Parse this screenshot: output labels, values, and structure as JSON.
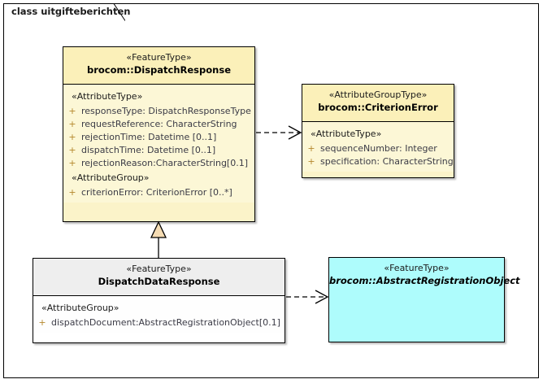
{
  "frame": {
    "tab_label": "class uitgifteberichten"
  },
  "colors": {
    "class_fill_yellow": "#fbf3c9",
    "class_header_yellow": "#fbf0b9",
    "class_body_yellow": "#fcf7d6",
    "class_fill_cyan": "#aefcfc",
    "class_header_grey": "#eeeeee",
    "class_fill_white": "#ffffff",
    "border": "#000000",
    "visibility_plus": "#b5882d",
    "attribute_text": "#3b3b46",
    "generalization_fill": "#f5dcb3"
  },
  "classes": [
    {
      "id": "dispatchresponse",
      "stereotype": "«FeatureType»",
      "name": "brocom::DispatchResponse",
      "abstract": false,
      "compartments": [
        {
          "group": "«AttributeType»",
          "attributes": [
            {
              "visibility": "+",
              "text": "responseType: DispatchResponseType"
            },
            {
              "visibility": "+",
              "text": "requestReference: CharacterString"
            },
            {
              "visibility": "+",
              "text": "rejectionTime: Datetime [0..1]"
            },
            {
              "visibility": "+",
              "text": "dispatchTime: Datetime [0..1]"
            },
            {
              "visibility": "+",
              "text": "rejectionReason:CharacterString[0.1]"
            }
          ]
        },
        {
          "group": "«AttributeGroup»",
          "attributes": [
            {
              "visibility": "+",
              "text": "criterionError: CriterionError [0..*]"
            }
          ]
        }
      ]
    },
    {
      "id": "criterionerror",
      "stereotype": "«AttributeGroupType»",
      "name": "brocom::CriterionError",
      "abstract": false,
      "compartments": [
        {
          "group": "«AttributeType»",
          "attributes": [
            {
              "visibility": "+",
              "text": "sequenceNumber: Integer"
            },
            {
              "visibility": "+",
              "text": "specification: CharacterString"
            }
          ]
        }
      ]
    },
    {
      "id": "dispatchdataresponse",
      "stereotype": "«FeatureType»",
      "name": "DispatchDataResponse",
      "abstract": false,
      "compartments": [
        {
          "group": "«AttributeGroup»",
          "attributes": [
            {
              "visibility": "+",
              "text": "dispatchDocument:AbstractRegistrationObject[0.1]"
            }
          ]
        }
      ]
    },
    {
      "id": "abstractregistrationobject",
      "stereotype": "«FeatureType»",
      "name": "brocom::AbstractRegistrationObject",
      "abstract": true,
      "compartments": []
    }
  ],
  "connectors": [
    {
      "id": "dep-dispatchresponse-criterionerror",
      "type": "dependency",
      "style": "dashed-open-arrow",
      "from": "dispatchresponse",
      "to": "criterionerror"
    },
    {
      "id": "gen-dispatchdataresponse-dispatchresponse",
      "type": "generalization",
      "style": "solid-hollow-triangle",
      "from": "dispatchdataresponse",
      "to": "dispatchresponse"
    },
    {
      "id": "dep-dispatchdataresponse-abstractregistrationobject",
      "type": "dependency",
      "style": "dashed-open-arrow",
      "from": "dispatchdataresponse",
      "to": "abstractregistrationobject"
    }
  ]
}
